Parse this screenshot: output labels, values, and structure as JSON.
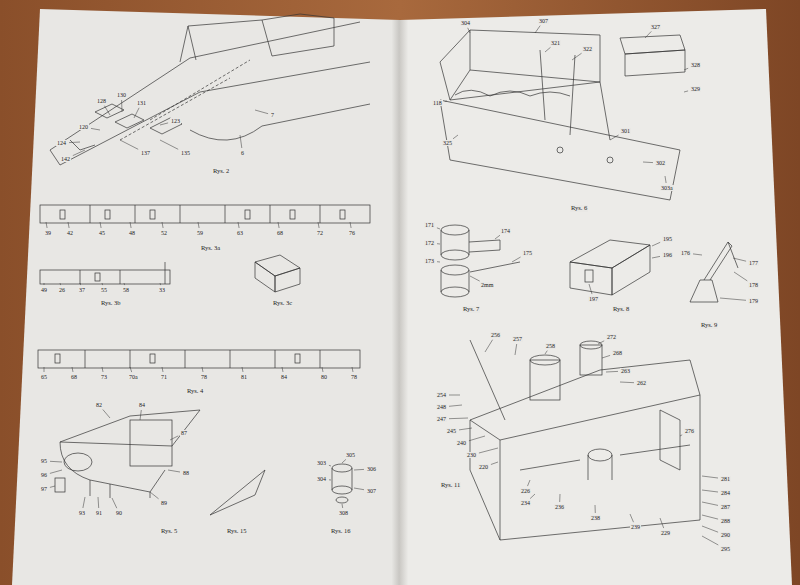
{
  "diagram": {
    "labels": [
      "120",
      "128",
      "130",
      "131",
      "124",
      "142",
      "137",
      "135",
      "123",
      "6",
      "7",
      "39",
      "42",
      "45",
      "48",
      "52",
      "59",
      "63",
      "68",
      "72",
      "76",
      "49",
      "26",
      "37",
      "55",
      "58",
      "33",
      "65",
      "68",
      "73",
      "70a",
      "71",
      "78",
      "81",
      "84",
      "80",
      "78",
      "82",
      "84",
      "87",
      "88",
      "89",
      "90",
      "91",
      "93",
      "95",
      "96",
      "97",
      "305",
      "306",
      "307",
      "303",
      "304",
      "308",
      "Rys. 2",
      "Rys. 3a",
      "Rys. 3b",
      "Rys. 3c",
      "Rys. 4",
      "Rys. 5",
      "Rys. 15",
      "Rys. 16",
      "304",
      "307",
      "321",
      "322",
      "327",
      "328",
      "329",
      "118",
      "325",
      "301",
      "303a",
      "302",
      "171",
      "172",
      "173",
      "174",
      "175",
      "2mm",
      "195",
      "196",
      "197",
      "176",
      "177",
      "178",
      "179",
      "256",
      "257",
      "258",
      "272",
      "268",
      "263",
      "262",
      "254",
      "248",
      "247",
      "245",
      "240",
      "230",
      "220",
      "226",
      "234",
      "236",
      "238",
      "239",
      "229",
      "276",
      "281",
      "284",
      "287",
      "288",
      "290",
      "295",
      "Rys. 6",
      "Rys. 7",
      "Rys. 8",
      "Rys. 9",
      "Rys. 11"
    ]
  }
}
